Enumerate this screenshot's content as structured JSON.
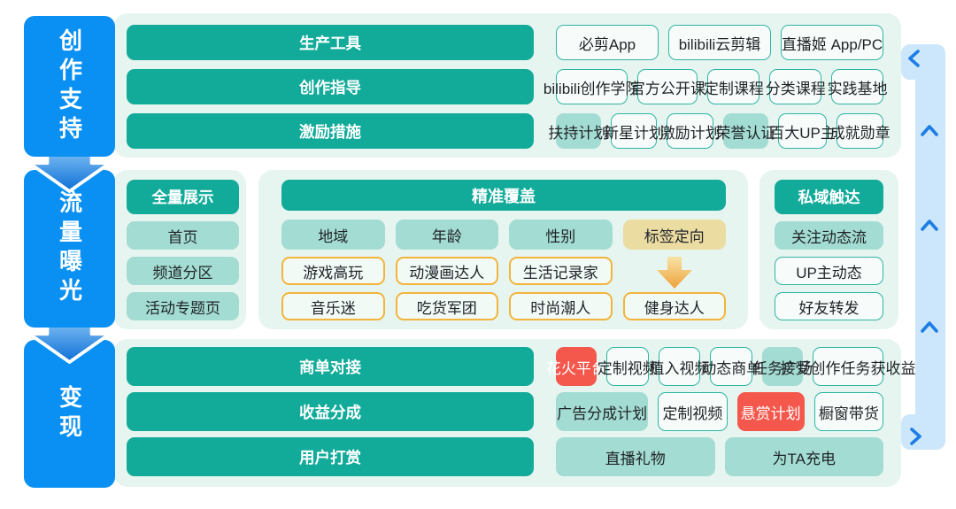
{
  "colors": {
    "banner_blue": "#0990F2",
    "panel_mint": "#E7F5F0",
    "teal_dark": "#12AB9A",
    "teal_fill": "#A3DCD2",
    "teal_border": "#2FB5A2",
    "red": "#F4584D",
    "tan_fill": "#EBDCA2",
    "yellow_border": "#F3B43C",
    "loop_track": "#CCE6FB",
    "loop_chevron": "#1C7EE4"
  },
  "sections": {
    "creation": {
      "banner": "创作支持",
      "rows": [
        {
          "label": "生产工具",
          "boxes": [
            {
              "text": "必剪App",
              "style": "outline"
            },
            {
              "text": "bilibili云剪辑",
              "style": "outline"
            },
            {
              "text": "直播姬 App/PC",
              "style": "outline"
            }
          ]
        },
        {
          "label": "创作指导",
          "boxes": [
            {
              "text": "bilibili创作学院",
              "style": "outline"
            },
            {
              "text": "官方公开课",
              "style": "outline"
            },
            {
              "text": "定制课程",
              "style": "outline"
            },
            {
              "text": "分类课程",
              "style": "outline"
            },
            {
              "text": "实践基地",
              "style": "outline"
            }
          ]
        },
        {
          "label": "激励措施",
          "boxes": [
            {
              "text": "扶持计划",
              "style": "fill"
            },
            {
              "text": "新星计划",
              "style": "outline"
            },
            {
              "text": "激励计划",
              "style": "outline"
            },
            {
              "text": "荣誉认证",
              "style": "fill"
            },
            {
              "text": "百大UP主",
              "style": "outline"
            },
            {
              "text": "成就勋章",
              "style": "outline"
            }
          ]
        }
      ]
    },
    "traffic": {
      "banner": "流量曝光",
      "display": {
        "header": "全量展示",
        "boxes": [
          {
            "text": "首页",
            "style": "fill"
          },
          {
            "text": "频道分区",
            "style": "fill"
          },
          {
            "text": "活动专题页",
            "style": "fill"
          }
        ]
      },
      "precision": {
        "header": "精准覆盖",
        "filters": [
          {
            "text": "地域",
            "style": "fill"
          },
          {
            "text": "年龄",
            "style": "fill"
          },
          {
            "text": "性别",
            "style": "fill"
          },
          {
            "text": "标签定向",
            "style": "tan"
          }
        ],
        "tag_rows": [
          [
            {
              "text": "游戏高玩",
              "style": "yellow"
            },
            {
              "text": "动漫画达人",
              "style": "yellow"
            },
            {
              "text": "生活记录家",
              "style": "yellow"
            }
          ],
          [
            {
              "text": "音乐迷",
              "style": "yellow"
            },
            {
              "text": "吃货军团",
              "style": "yellow"
            },
            {
              "text": "时尚潮人",
              "style": "yellow"
            },
            {
              "text": "健身达人",
              "style": "yellow"
            }
          ]
        ],
        "arrow_icon": "tag-targeting-down-arrow"
      },
      "private": {
        "header": "私域触达",
        "boxes": [
          {
            "text": "关注动态流",
            "style": "fill"
          },
          {
            "text": "UP主动态",
            "style": "outline"
          },
          {
            "text": "好友转发",
            "style": "outline"
          }
        ]
      }
    },
    "monetize": {
      "banner": "变现",
      "rows": [
        {
          "label": "商单对接",
          "boxes": [
            {
              "text": "花火平台",
              "style": "red"
            },
            {
              "text": "定制视频",
              "style": "outline"
            },
            {
              "text": "植入视频",
              "style": "outline"
            },
            {
              "text": "动态商单",
              "style": "outline"
            },
            {
              "text": "任务广场",
              "style": "fill"
            },
            {
              "text": "接受创作任务获收益",
              "style": "outline"
            }
          ]
        },
        {
          "label": "收益分成",
          "boxes": [
            {
              "text": "广告分成计划",
              "style": "fill"
            },
            {
              "text": "定制视频",
              "style": "outline"
            },
            {
              "text": "悬赏计划",
              "style": "red"
            },
            {
              "text": "橱窗带货",
              "style": "outline"
            }
          ]
        },
        {
          "label": "用户打赏",
          "boxes": [
            {
              "text": "直播礼物",
              "style": "fill"
            },
            {
              "text": "为TA充电",
              "style": "fill"
            }
          ]
        }
      ]
    }
  },
  "loop": {
    "chevrons": [
      "left",
      "up",
      "up",
      "up",
      "right"
    ]
  }
}
